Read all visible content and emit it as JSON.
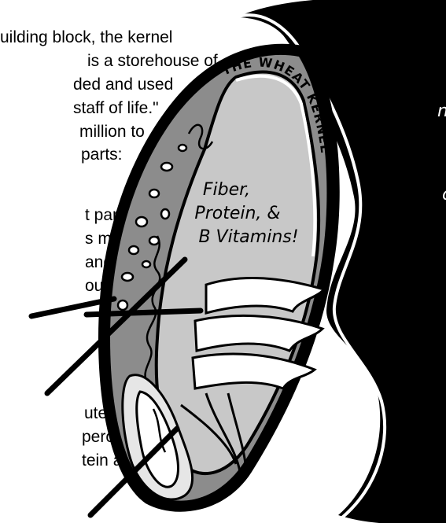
{
  "text_left": [
    "uilding block, the kernel",
    "is a storehouse of",
    "ded and used",
    "staff of life.\"",
    "million to",
    "parts:",
    "t part",
    "s mass.",
    "and",
    "our",
    "uter",
    "percent",
    "tein and"
  ],
  "kernel_title": "THE WHEAT KERNEL",
  "kernel_callout": [
    "Fiber,",
    "Protein, &",
    "B Vitamins!"
  ],
  "bubble_fragments": [
    "n",
    "c"
  ],
  "colors": {
    "ink": "#000000",
    "bran": "#8c8c8c",
    "endosperm": "#c8c8c8",
    "germ": "#e6e6e6",
    "paper": "#ffffff"
  }
}
